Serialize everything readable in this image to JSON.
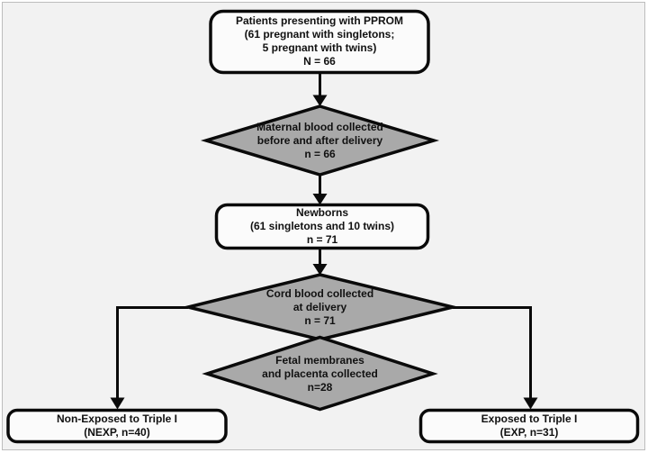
{
  "figure": {
    "title": "PPROM study enrollment flowchart",
    "background_color": "#f2f2f2",
    "frame_color": "#bdbdbd",
    "box_fill": "#fbfbfb",
    "diamond_fill": "#a9a9a9",
    "stroke_color": "#0a0a0a",
    "text_color": "#111111"
  },
  "nodes": {
    "patients": {
      "shape": "rounded-rect",
      "lines": [
        "Patients presenting with PPROM",
        "(61 pregnant with singletons;",
        "5 pregnant with twins)",
        "N = 66"
      ]
    },
    "maternal_blood": {
      "shape": "diamond",
      "lines": [
        "Maternal blood collected",
        "before and after delivery",
        "n = 66"
      ]
    },
    "newborns": {
      "shape": "rounded-rect",
      "lines": [
        "Newborns",
        "(61 singletons and 10 twins)",
        "n = 71"
      ]
    },
    "cord_blood": {
      "shape": "diamond",
      "lines": [
        "Cord blood collected",
        "at delivery",
        "n = 71"
      ]
    },
    "fetal_membranes": {
      "shape": "diamond",
      "lines": [
        "Fetal membranes",
        "and placenta collected",
        "n=28"
      ]
    },
    "nexp": {
      "shape": "rounded-rect",
      "lines": [
        "Non-Exposed to Triple I",
        "(NEXP, n=40)"
      ]
    },
    "exp": {
      "shape": "rounded-rect",
      "lines": [
        "Exposed to Triple I",
        "(EXP, n=31)"
      ]
    }
  }
}
